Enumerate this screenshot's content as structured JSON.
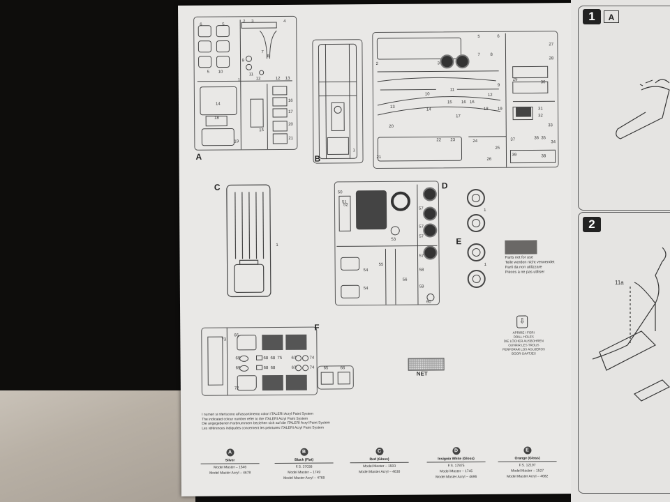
{
  "sprues": {
    "A": {
      "label": "A"
    },
    "B": {
      "label": "B"
    },
    "C": {
      "label": "C",
      "part": "1"
    },
    "D": {
      "label": "D"
    },
    "E": {
      "label": "E",
      "part": "1"
    },
    "F": {
      "label": "F"
    }
  },
  "part_numbers_A": [
    "6",
    "5",
    "2",
    "3",
    "4",
    "7",
    "8",
    "9",
    "5",
    "10",
    "11",
    "12",
    "12",
    "13",
    "1",
    "14",
    "16",
    "17",
    "18",
    "15",
    "20",
    "19",
    "21"
  ],
  "part_numbers_B": [
    "1"
  ],
  "part_numbers_right": [
    "2",
    "5",
    "6",
    "27",
    "7",
    "8",
    "28",
    "3",
    "4",
    "29",
    "30",
    "9",
    "10",
    "11",
    "12",
    "13",
    "14",
    "15",
    "16",
    "16",
    "17",
    "18",
    "19",
    "31",
    "20",
    "32",
    "33",
    "22",
    "23",
    "24",
    "25",
    "37",
    "36",
    "35",
    "34",
    "26",
    "39",
    "38",
    "21"
  ],
  "part_numbers_D": [
    "50",
    "51",
    "57",
    "57",
    "57",
    "52",
    "53",
    "57",
    "54",
    "55",
    "56",
    "58",
    "54",
    "59",
    "60"
  ],
  "part_numbers_F": [
    "73",
    "66",
    "69",
    "68",
    "75",
    "67",
    "68",
    "74",
    "69",
    "68",
    "67",
    "68",
    "74",
    "65",
    "66",
    "72",
    "70"
  ],
  "not_for_use": {
    "en": "Parts not for use",
    "de": "Teile werden nicht verwendet",
    "it": "Parti da non utilizzare",
    "fr": "Pièces à ne pas utiliser"
  },
  "drill_note": [
    "APRIRE I FORI",
    "DRILL HOLES",
    "DIE LÖCHER AUSBOHREN",
    "OUVRIR LES TROUS",
    "PERFORAR LOS AGUJEROS",
    "BOOR GAATJES"
  ],
  "net_label": "NET",
  "paint_note": [
    "I numeri si riferiscono all'assortimento colori ITALERI",
    "The indicated colour number refer to the ITALERI",
    "Die angegebenen Farbnummern beziehen sich auf die ITALERI",
    "Les références indiquées concernent les peintures ITALERI"
  ],
  "paint_system": "Acryl Paint System",
  "colors": [
    {
      "letter": "A",
      "name": "Silver",
      "fs": "",
      "mm": "Model Master – 1546",
      "mma": "Model Master Acryl – 4678"
    },
    {
      "letter": "B",
      "name": "Black (Flat)",
      "fs": "F.S. 37038",
      "mm": "Model Master – 1749",
      "mma": "Model Master Acryl – 4768"
    },
    {
      "letter": "C",
      "name": "Red (Gloss)",
      "fs": "",
      "mm": "Model Master – 1503",
      "mma": "Model Master Acryl – 4630"
    },
    {
      "letter": "D",
      "name": "Insignia White (Gloss)",
      "fs": "F.S. 17875",
      "mm": "Model Master – 1745",
      "mma": "Model Master Acryl – 4696"
    },
    {
      "letter": "E",
      "name": "Orange (Gloss)",
      "fs": "F.S. 12197",
      "mm": "Model Master – 1527",
      "mma": "Model Master Acryl – 4682"
    }
  ],
  "steps": [
    {
      "number": "1",
      "sprue": "A"
    },
    {
      "number": "2",
      "part": "11a"
    }
  ],
  "colors_hex": {
    "paper": "#e9e8e6",
    "ink": "#222222",
    "background": "#0e0d0c"
  }
}
